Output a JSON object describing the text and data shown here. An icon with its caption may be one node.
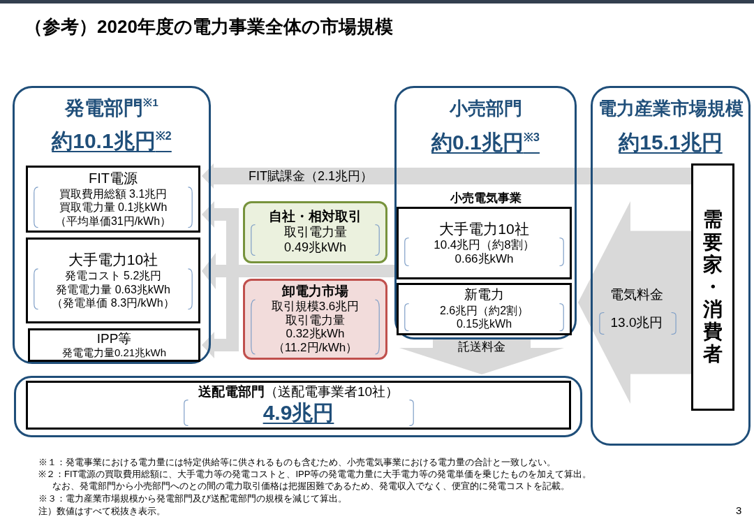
{
  "diagram": {
    "title": "（参考）2020年度の電力事業全体の市場規模",
    "nodes": [
      {
        "text": [
          "発電部門$^{※1}$",
          "約10.1兆円$^{※2}$"
        ]
      },
      {
        "text": [
          "FIT電源",
          "買取費用総額 3.1兆円",
          "買取電力量 0.1兆kWh",
          "（平均単価31円/kWh）"
        ],
        "in": 0
      },
      {
        "text": [
          "大手電力10社",
          "発電コスト 5.2兆円",
          "発電電力量 0.63兆kWh",
          "（発電単価 8.3円/kWh）"
        ],
        "in": 0
      },
      {
        "text": [
          "IPP等",
          "発電電力量0.21兆kWh"
        ],
        "in": 0
      },
      {
        "text": [
          "小売部門",
          "約0.1兆円$^{※3}$",
          "小売電気事業"
        ]
      },
      {
        "text": [
          "大手電力10社",
          "10.4兆円（約8割）",
          "0.66兆kWh"
        ],
        "in": 4
      },
      {
        "text": [
          "新電力",
          "2.6兆円（約2割）",
          "0.15兆kWh"
        ],
        "in": 4
      },
      {
        "text": [
          "電力産業市場規模",
          "約15.1兆円"
        ]
      },
      {
        "text": [
          "需要家・消費者"
        ],
        "in": 7
      },
      {
        "text": [
          "自社・相対取引",
          "取引電力量",
          "0.49兆kWh"
        ]
      },
      {
        "text": [
          "卸電力市場",
          "取引規模3.6兆円",
          "取引電力量",
          "0.32兆kWh",
          "（11.2円/kWh）"
        ]
      },
      {
        "text": [],
        "shape": "box"
      },
      {
        "text": [
          "**送配電部門**（送配電事業者10社）",
          "4.9兆円"
        ],
        "in": 11
      }
    ],
    "edges": [
      {
        "from": 8,
        "to": 1,
        "arrow": "to",
        "label": "FIT賦課金（2.1兆円）"
      },
      {
        "from": 8,
        "to": 4,
        "arrow": "to",
        "label": "電気料金 13.0兆円"
      },
      {
        "from": 4,
        "to": 1,
        "arrow": "to"
      },
      {
        "from": 4,
        "to": 2,
        "arrow": "to"
      },
      {
        "from": 4,
        "to": 3,
        "arrow": "to"
      },
      {
        "from": 4,
        "to": 11,
        "arrow": "to",
        "label": "託送料金"
      }
    ],
    "labels": [
      "※１：発電事業における電力量には特定供給等に供されるものも含むため、小売電気事業における電力量の合計と一致しない。",
      "※２：FIT電源の買取費用総額に、大手電力等の発電コストと、IPP等の発電電力量に大手電力等の発電単価を乗じたものを加えて算出。",
      "なお、発電部門から小売部門へのとの間の電力取引価格は把握困難であるため、発電収入でなく、便宜的に発電コストを記載。",
      "※３：電力産業市場規模から発電部門及び送配電部門の規模を減じて算出。",
      "注）数値はすべて税抜き表示。",
      "3"
    ]
  }
}
